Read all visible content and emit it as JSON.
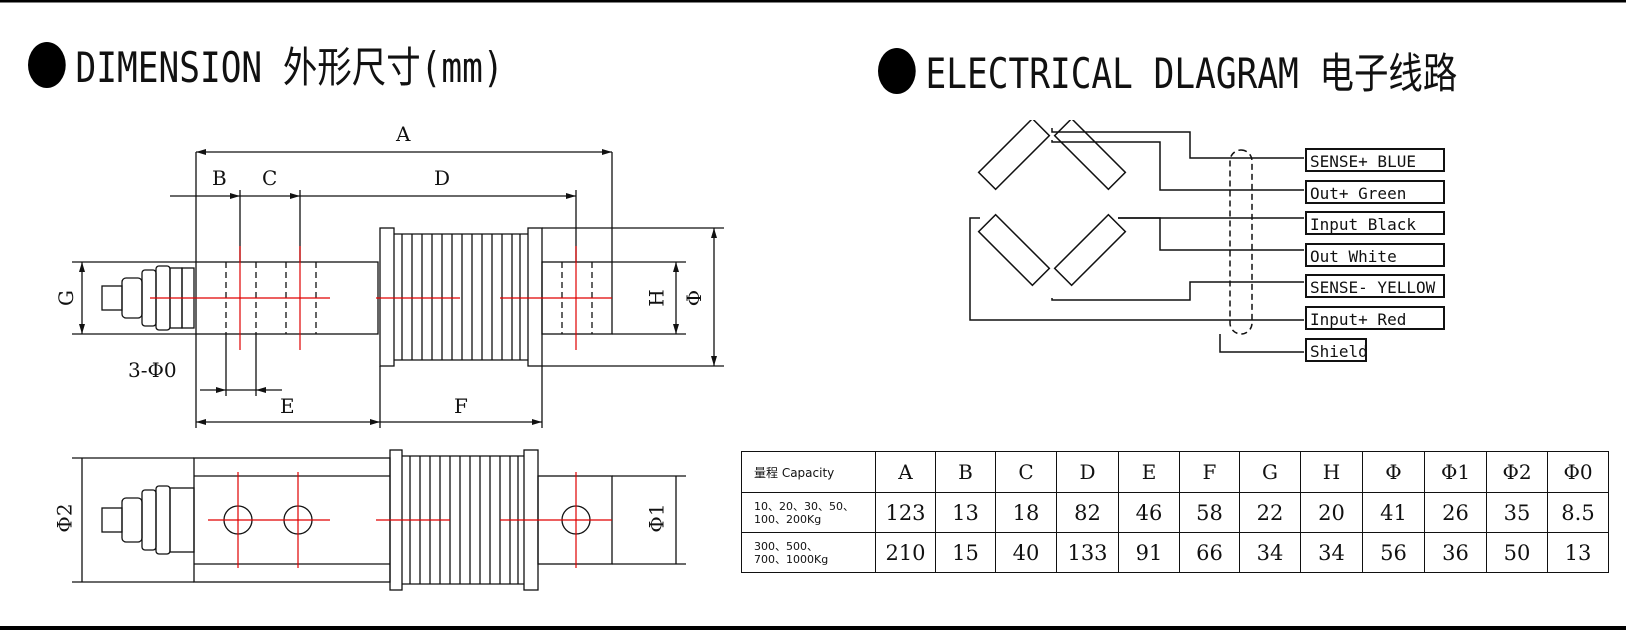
{
  "dimension_title": "DIMENSION 外形尺寸(mm)",
  "electrical_title": "ELECTRICAL DLAGRAM  电子线路",
  "dim_labels": {
    "A": "A",
    "B": "B",
    "C": "C",
    "D": "D",
    "E": "E",
    "F": "F",
    "G": "G",
    "H": "H",
    "PHI": "Φ",
    "PHI1": "Φ1",
    "PHI2": "Φ2",
    "holes": "3-Φ0"
  },
  "wires": [
    {
      "label": "SENSE+ BLUE"
    },
    {
      "label": "Out+ Green"
    },
    {
      "label": "Input  Black"
    },
    {
      "label": "Out  White"
    },
    {
      "label": "SENSE- YELLOW"
    },
    {
      "label": "Input+  Red"
    },
    {
      "label": "Shield"
    }
  ],
  "table": {
    "headers": [
      "量程 Capacity",
      "A",
      "B",
      "C",
      "D",
      "E",
      "F",
      "G",
      "H",
      "Φ",
      "Φ1",
      "Φ2",
      "Φ0"
    ],
    "rows": [
      {
        "label": "10、20、30、50、\n100、200Kg",
        "values": [
          "123",
          "13",
          "18",
          "82",
          "46",
          "58",
          "22",
          "20",
          "41",
          "26",
          "35",
          "8.5"
        ]
      },
      {
        "label": "300、500、\n700、1000Kg",
        "values": [
          "210",
          "15",
          "40",
          "133",
          "91",
          "66",
          "34",
          "34",
          "56",
          "36",
          "50",
          "13"
        ]
      }
    ]
  }
}
